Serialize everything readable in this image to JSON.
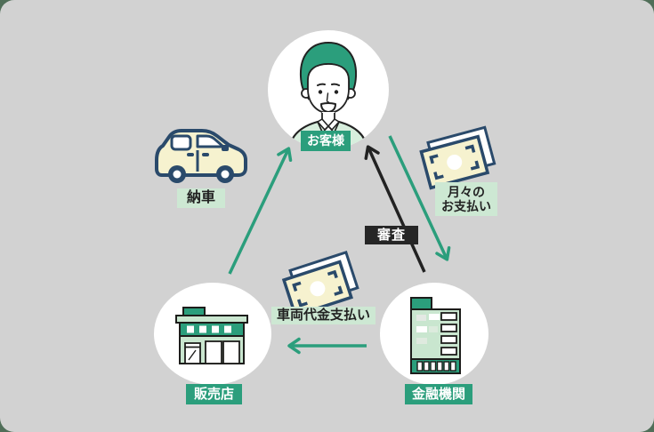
{
  "colors": {
    "page-green": "#506e58",
    "card-gray": "#d2d2d2",
    "accent-green": "#2b9e7c",
    "light-green": "#cde8d3",
    "dark-badge": "#262626",
    "arrow-black": "#222222",
    "outline-navy": "#2a4a6b",
    "bill-cream": "#f6f2cf",
    "icon-green-light": "#c9e6cf",
    "outline-dark": "#1d1d1b",
    "text-dark": "#222222"
  },
  "nodes": {
    "customer": {
      "label": "お客様",
      "icon": "person-icon"
    },
    "dealer": {
      "label": "販売店",
      "icon": "store-icon"
    },
    "bank": {
      "label": "金融機関",
      "icon": "building-icon"
    }
  },
  "flows": {
    "delivery": {
      "label": "納車",
      "from": "販売店",
      "to": "お客様",
      "icon": "car-icon",
      "arrow_color": "#2b9e7c"
    },
    "screening": {
      "label": "審査",
      "from": "金融機関",
      "to": "お客様",
      "arrow_color": "#222222"
    },
    "monthly_payment": {
      "label": "月々のお支払い",
      "line1": "月々の",
      "line2": "お支払い",
      "from": "お客様",
      "to": "金融機関",
      "icon": "money-icon",
      "arrow_color": "#2b9e7c"
    },
    "vehicle_payment": {
      "label": "車両代金支払い",
      "from": "金融機関",
      "to": "販売店",
      "icon": "money-icon",
      "arrow_color": "#2b9e7c"
    }
  }
}
